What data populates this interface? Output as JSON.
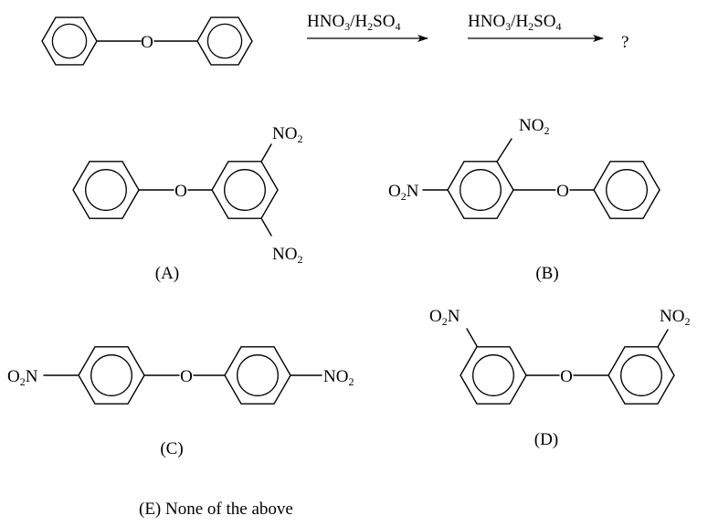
{
  "reaction": {
    "reagent_1": "HNO3/H2SO4",
    "reagent_2": "HNO3/H2SO4",
    "product": "?",
    "reactant_bridge": "O"
  },
  "options": [
    {
      "id": "A",
      "label": "(A)",
      "bridge": "O",
      "groups": [
        "NO2",
        "NO2"
      ]
    },
    {
      "id": "B",
      "label": "(B)",
      "bridge": "O",
      "groups": [
        "NO2",
        "O2N"
      ]
    },
    {
      "id": "C",
      "label": "(C)",
      "bridge": "O",
      "groups": [
        "O2N",
        "NO2"
      ]
    },
    {
      "id": "D",
      "label": "(D)",
      "bridge": "O",
      "groups": [
        "O2N",
        "NO2"
      ]
    }
  ],
  "option_e": "(E)  None of the above",
  "chem": {
    "NO2": {
      "main": "NO",
      "sub": "2"
    },
    "O2N": {
      "pre": "O",
      "sub": "2",
      "post": "N"
    },
    "HNO3H2SO4": {
      "a": "HNO",
      "b": "3",
      "c": "/H",
      "d": "2",
      "e": "SO",
      "f": "4"
    }
  }
}
